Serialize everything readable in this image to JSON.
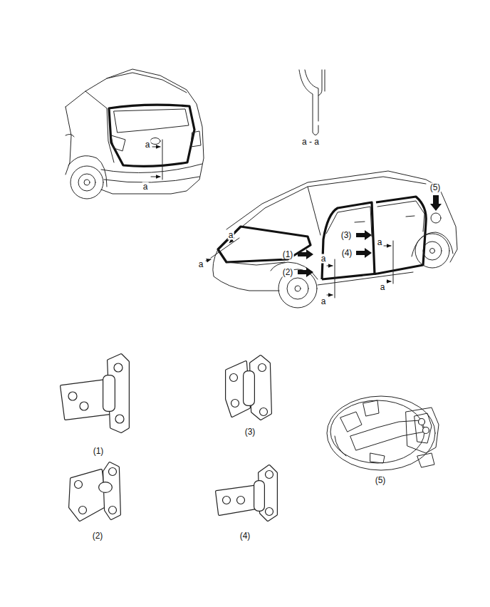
{
  "diagram": {
    "labels": [
      "a",
      "a",
      "a - a",
      "(5)",
      "(3)",
      "a",
      "(1)",
      "(4)",
      "a",
      "a",
      "a",
      "(2)",
      "a",
      "a",
      "(1)",
      "(3)",
      "(5)",
      "(2)",
      "(4)"
    ]
  }
}
